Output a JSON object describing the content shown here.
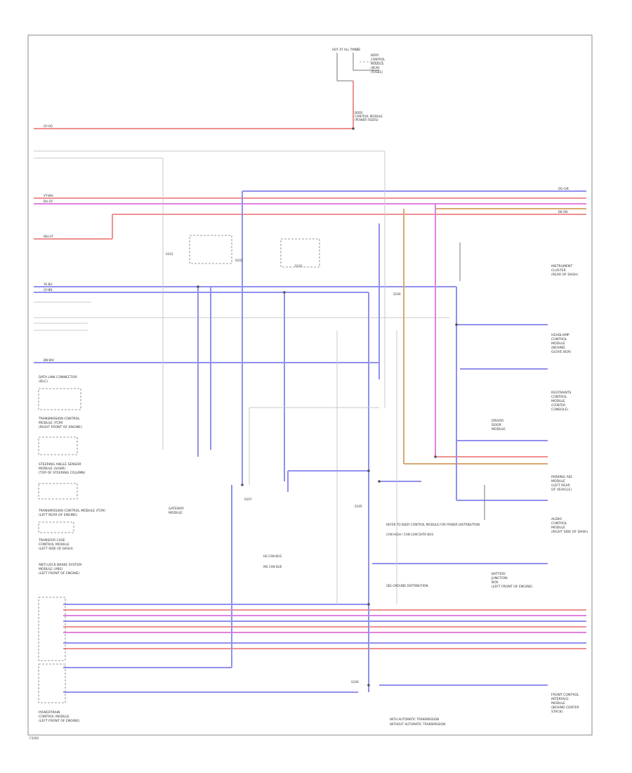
{
  "page_id": "F3250",
  "top_connector": {
    "left": "HOT AT ALL TIMES",
    "lines": [
      "BODY",
      "CONTROL",
      "MODULE",
      "(BCM)",
      "(FUSES)"
    ],
    "fuse": "F3"
  },
  "bcm_label": [
    "BODY",
    "CONTROL MODULE",
    "(POWER FEEDS)"
  ],
  "gateway_module": [
    "GATEWAY",
    "MODULE"
  ],
  "left_modules": [
    [
      "DATA LINK CONNECTOR",
      "(DLC)"
    ],
    [
      "TRANSMISSION CONTROL",
      "MODULE (TCM)",
      "(RIGHT FRONT OF ENGINE)"
    ],
    [
      "STEERING ANGLE SENSOR",
      "MODULE (SASM)",
      "(TOP OF STEERING COLUMN)"
    ],
    [
      "TRANSMISSION CONTROL MODULE (TCM)",
      "(LEFT REAR OF ENGINE)"
    ],
    [
      "TRANSFER CASE",
      "CONTROL MODULE",
      "(LEFT SIDE OF DASH)"
    ],
    [
      "ANTI-LOCK BRAKE SYSTEM",
      "MODULE (ABS)",
      "(LEFT FRONT OF ENGINE)"
    ],
    [
      "POWERTRAIN",
      "CONTROL MODULE",
      "(LEFT FRONT OF ENGINE)"
    ]
  ],
  "right_modules": [
    [
      "INSTRUMENT",
      "CLUSTER",
      "(REAR OF DASH)"
    ],
    [
      "HEADLAMP",
      "CONTROL",
      "MODULE",
      "(BEHIND",
      "GLOVE BOX)"
    ],
    [
      "RESTRAINTS",
      "CONTROL",
      "MODULE",
      "(CENTER",
      "CONSOLE)"
    ],
    [
      "PARKING AID",
      "MODULE",
      "(LEFT REAR",
      "OF VEHICLE)"
    ],
    [
      "AUDIO",
      "CONTROL",
      "MODULE",
      "(RIGHT SIDE OF DASH)"
    ],
    [
      "BATTERY",
      "JUNCTION",
      "BOX",
      "(LEFT FRONT OF ENGINE)"
    ],
    [
      "FRONT CONTROL",
      "INTERFACE",
      "MODULE",
      "(BEHIND CENTER",
      "STACK)"
    ],
    [
      "DRIVER",
      "DOOR",
      "MODULE"
    ]
  ],
  "splices": [
    "S101",
    "S102",
    "S103",
    "S104",
    "S105",
    "S106",
    "S107"
  ],
  "wire_colors": [
    "GY-OG",
    "VT-WH",
    "BU-GY",
    "WH-VT",
    "YE-BU",
    "GY-BN",
    "BN-WH",
    "OG-GN",
    "BK-GN"
  ],
  "notes": [
    "REFER TO BODY CONTROL MODULE FOR POWER DISTRIBUTION",
    "CAN HIGH / CAN LOW DATA BUS",
    "SEE GROUND DISTRIBUTION",
    "WITH AUTOMATIC TRANSMISSION",
    "WITHOUT AUTOMATIC TRANSMISSION",
    "HS CAN BUS",
    "MS CAN BUS"
  ],
  "colors": {
    "blue": "#9090ee",
    "pink": "#ee9090",
    "magenta": "#e080e0",
    "orange": "#d8a870",
    "gray": "#c8c8c8"
  }
}
